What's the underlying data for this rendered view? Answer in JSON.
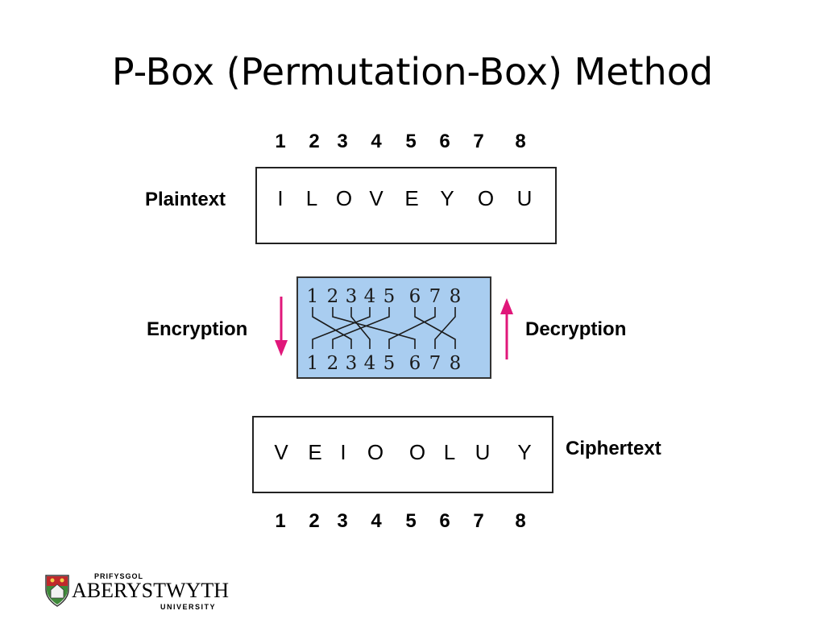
{
  "slide": {
    "title": "P-Box (Permutation-Box) Method"
  },
  "top_numbers": [
    "1",
    "2",
    "3",
    "4",
    "5",
    "6",
    "7",
    "8"
  ],
  "bottom_numbers": [
    "1",
    "2",
    "3",
    "4",
    "5",
    "6",
    "7",
    "8"
  ],
  "plaintext": {
    "label": "Plaintext",
    "letters": [
      "I",
      "L",
      "O",
      "V",
      "E",
      "Y",
      "O",
      "U"
    ]
  },
  "ciphertext": {
    "label": "Ciphertext",
    "letters": [
      "V",
      "E",
      "I",
      "O",
      "O",
      "L",
      "U",
      "Y"
    ]
  },
  "pbox": {
    "top_numbers": [
      "1",
      "2",
      "3",
      "4",
      "5",
      "6",
      "7",
      "8"
    ],
    "bottom_numbers": [
      "1",
      "2",
      "3",
      "4",
      "5",
      "6",
      "7",
      "8"
    ],
    "mapping_output_from_input": [
      4,
      5,
      1,
      3,
      7,
      2,
      8,
      6
    ],
    "fill_color": "#a9cdf0"
  },
  "encryption": {
    "label": "Encryption",
    "arrow_color": "#e0177a",
    "arrow_direction": "down"
  },
  "decryption": {
    "label": "Decryption",
    "arrow_color": "#e0177a",
    "arrow_direction": "up"
  },
  "logo": {
    "top_text": "PRIFYSGOL",
    "main_text": "ABERYSTWYTH",
    "bottom_text": "UNIVERSITY",
    "icon": "university-shield-icon"
  }
}
